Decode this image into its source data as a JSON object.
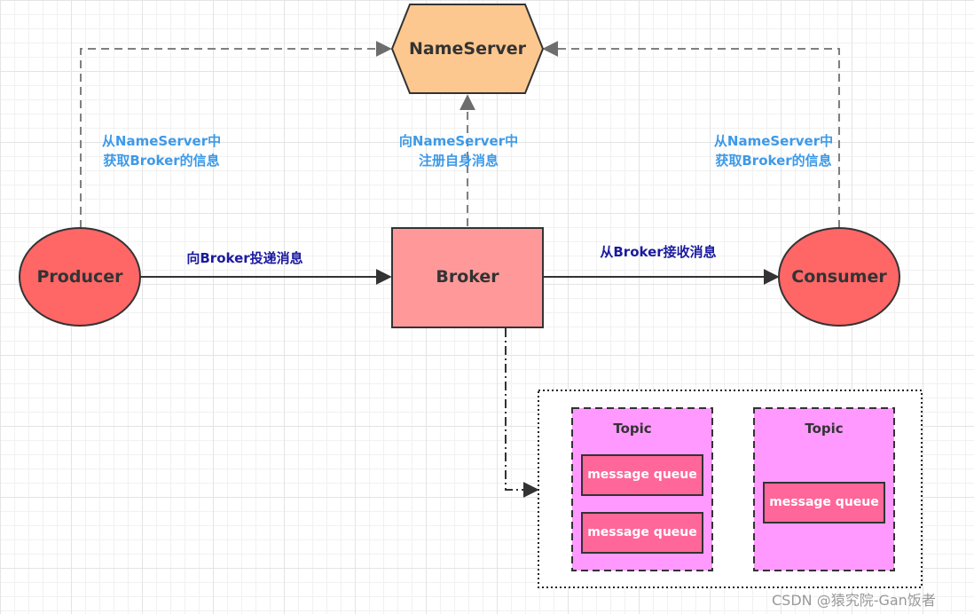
{
  "nodes": {
    "nameserver": "NameServer",
    "producer": "Producer",
    "broker": "Broker",
    "consumer": "Consumer"
  },
  "edges": {
    "producer_to_nameserver": [
      "从NameServer中",
      "获取Broker的信息"
    ],
    "broker_to_nameserver": [
      "向NameServer中",
      "注册自身消息"
    ],
    "consumer_to_nameserver": [
      "从NameServer中",
      "获取Broker的信息"
    ],
    "producer_to_broker": "向Broker投递消息",
    "broker_to_consumer": "从Broker接收消息"
  },
  "topics": [
    {
      "label": "Topic",
      "queues": [
        "message queue",
        "message queue"
      ]
    },
    {
      "label": "Topic",
      "queues": [
        "message queue"
      ]
    }
  ],
  "watermark": "CSDN @猿究院-Gan饭者",
  "colors": {
    "nameserver_fill": "#fdc88f",
    "circle_fill": "#ff6666",
    "broker_fill": "#ff9999",
    "topic_fill": "#ff99ff",
    "queue_fill": "#ff6699",
    "label_blue": "#3d9ae8",
    "label_dark": "#1a1aa0"
  }
}
